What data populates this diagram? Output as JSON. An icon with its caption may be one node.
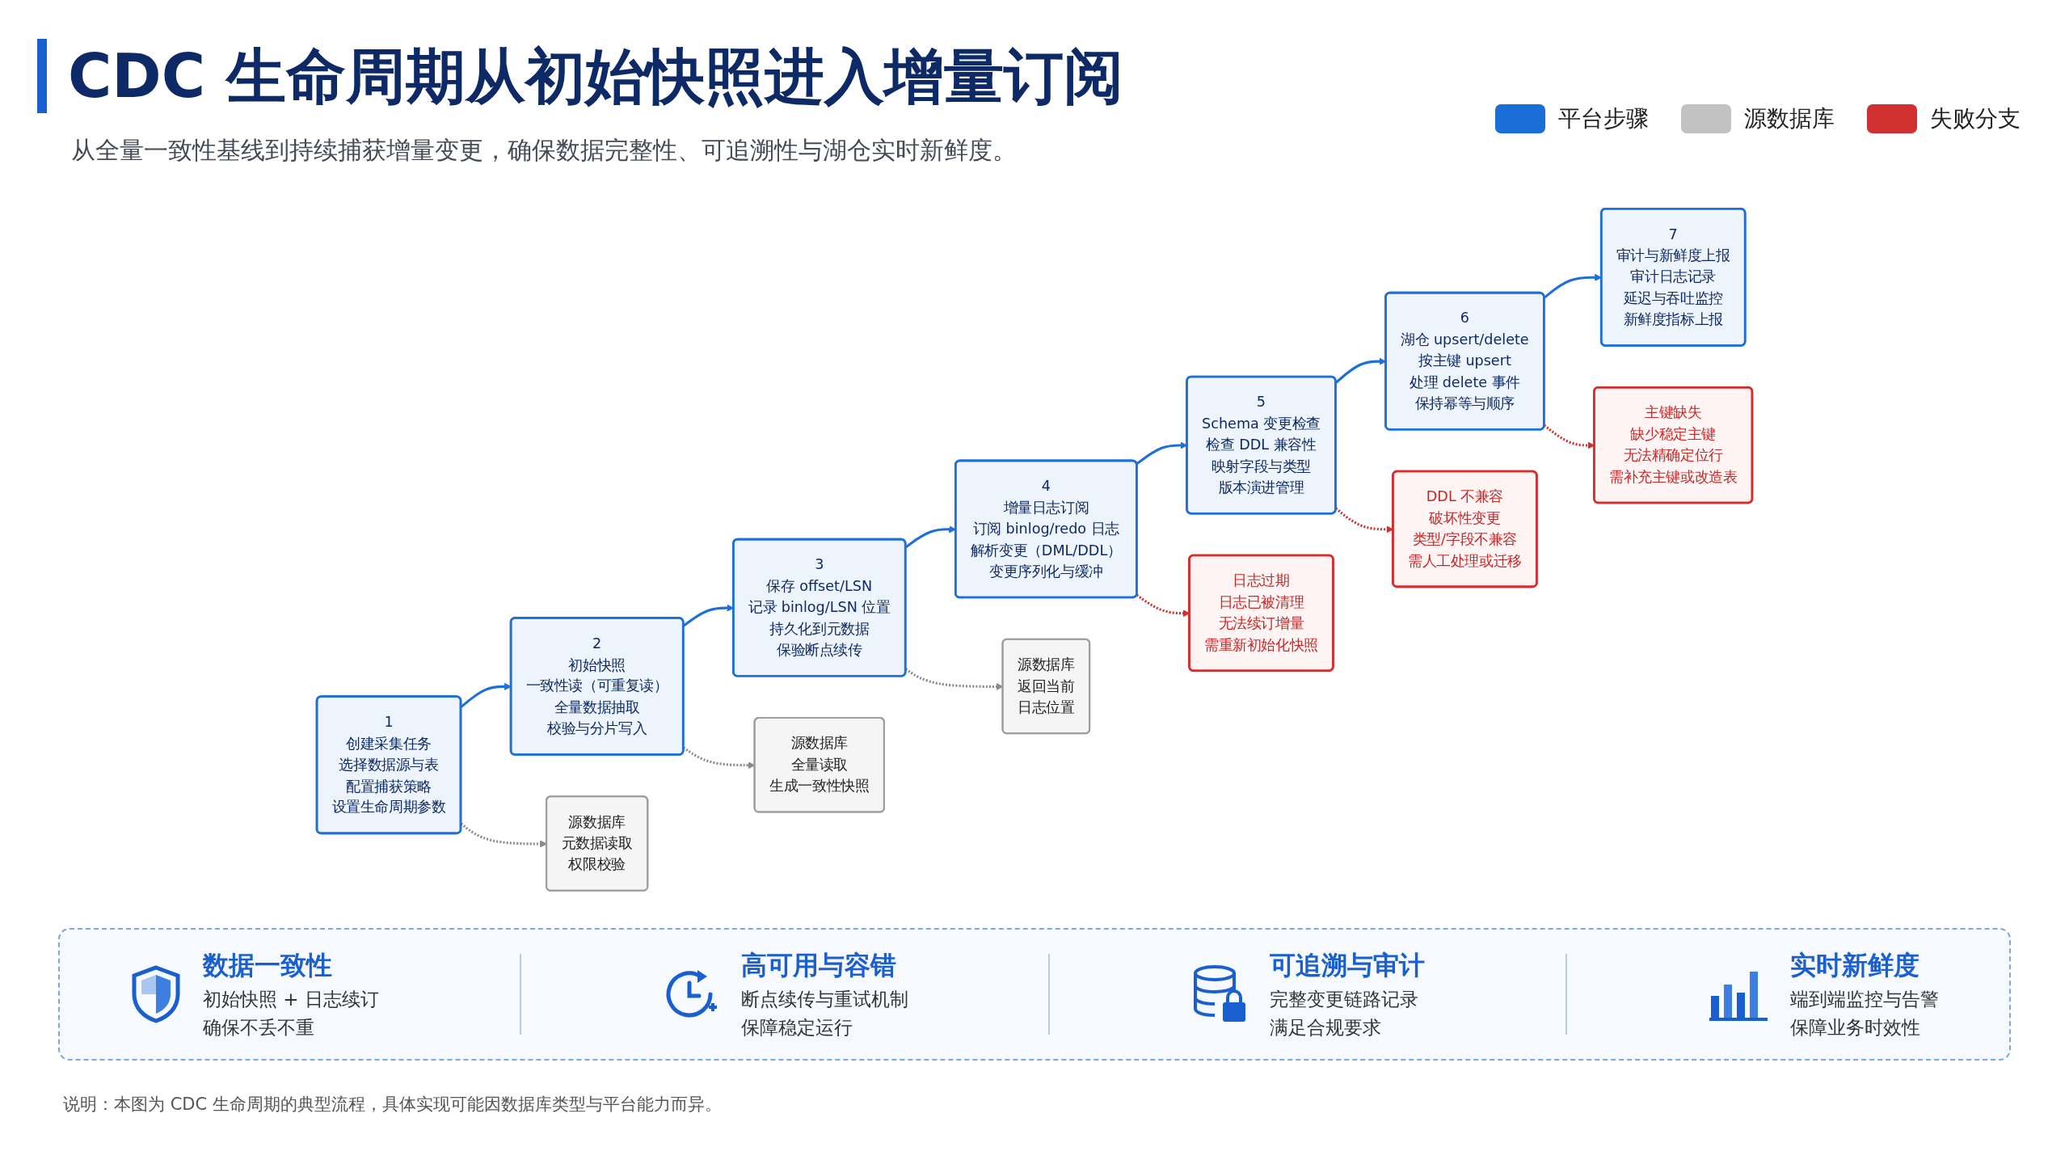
{
  "diagram": {
    "title": "CDC 生命周期从初始快照进入增量订阅",
    "caption": "说明：本图为 CDC 生命周期的典型流程，具体实现可能因数据库类型与平台能力而异。",
    "nodes": [
      {
        "text": [
          "1",
          "创建采集任务",
          "选择数据源与表",
          "配置捕获策略",
          "设置生命周期参数"
        ]
      },
      {
        "text": [
          "2",
          "初始快照",
          "一致性读（可重复读）",
          "全量数据抽取",
          "校验与分片写入"
        ]
      },
      {
        "text": [
          "3",
          "保存 offset/LSN",
          "记录 binlog/LSN 位置",
          "持久化到元数据",
          "保验断点续传"
        ]
      },
      {
        "text": [
          "4",
          "增量日志订阅",
          "订阅 binlog/redo 日志",
          "解析变更（DML/DDL）",
          "变更序列化与缓冲"
        ]
      },
      {
        "text": [
          "5",
          "Schema 变更检查",
          "检查 DDL 兼容性",
          "映射字段与类型",
          "版本演进管理"
        ]
      },
      {
        "text": [
          "6",
          "湖仓 upsert/delete",
          "按主键 upsert",
          "处理 delete 事件",
          "保持幂等与顺序"
        ]
      },
      {
        "text": [
          "7",
          "审计与新鲜度上报",
          "审计日志记录",
          "延迟与吞吐监控",
          "新鲜度指标上报"
        ]
      },
      {
        "text": [
          "源数据库",
          "元数据读取",
          "权限校验"
        ]
      },
      {
        "text": [
          "源数据库",
          "全量读取",
          "生成一致性快照"
        ]
      },
      {
        "text": [
          "源数据库",
          "返回当前",
          "日志位置"
        ]
      },
      {
        "text": [
          "日志过期",
          "日志已被清理",
          "无法续订增量",
          "需重新初始化快照"
        ]
      },
      {
        "text": [
          "DDL 不兼容",
          "破坏性变更",
          "类型/字段不兼容",
          "需人工处理或迁移"
        ]
      },
      {
        "text": [
          "主键缺失",
          "缺少稳定主键",
          "无法精确定位行",
          "需补充主键或改造表"
        ]
      }
    ],
    "edges": [
      {
        "from": 0,
        "to": 1,
        "arrow": "to"
      },
      {
        "from": 1,
        "to": 2,
        "arrow": "to"
      },
      {
        "from": 2,
        "to": 3,
        "arrow": "to"
      },
      {
        "from": 3,
        "to": 4,
        "arrow": "to"
      },
      {
        "from": 4,
        "to": 5,
        "arrow": "to"
      },
      {
        "from": 5,
        "to": 6,
        "arrow": "to"
      },
      {
        "from": 0,
        "to": 7,
        "arrow": "to",
        "style": "dashed",
        "color": "#8a8a8a"
      },
      {
        "from": 1,
        "to": 8,
        "arrow": "to",
        "style": "dashed",
        "color": "#8a8a8a"
      },
      {
        "from": 2,
        "to": 9,
        "arrow": "to",
        "style": "dashed",
        "color": "#8a8a8a"
      },
      {
        "from": 3,
        "to": 10,
        "arrow": "to",
        "style": "dashed",
        "color": "#d32f2f"
      },
      {
        "from": 4,
        "to": 11,
        "arrow": "to",
        "style": "dashed",
        "color": "#d32f2f"
      },
      {
        "from": 5,
        "to": 12,
        "arrow": "to",
        "style": "dashed",
        "color": "#d32f2f"
      }
    ],
    "labels": [
      "从全量一致性基线到持续捕获增量变更，确保数据完整性、可追溯性与湖仓实时新鲜度。",
      "数据一致性",
      "初始快照 + 日志续订",
      "确保不丢不重",
      "高可用与容错",
      "断点续传与重试机制",
      "保障稳定运行",
      "可追溯与审计",
      "完整变更链路记录",
      "满足合规要求",
      "实时新鲜度",
      "端到端监控与告警",
      "保障业务时效性"
    ],
    "legend": [
      {
        "text": "平台步骤",
        "color": "#1a6fd6"
      },
      {
        "text": "源数据库",
        "color": "#c2c2c2"
      },
      {
        "text": "失败分支",
        "color": "#d03030"
      }
    ]
  }
}
